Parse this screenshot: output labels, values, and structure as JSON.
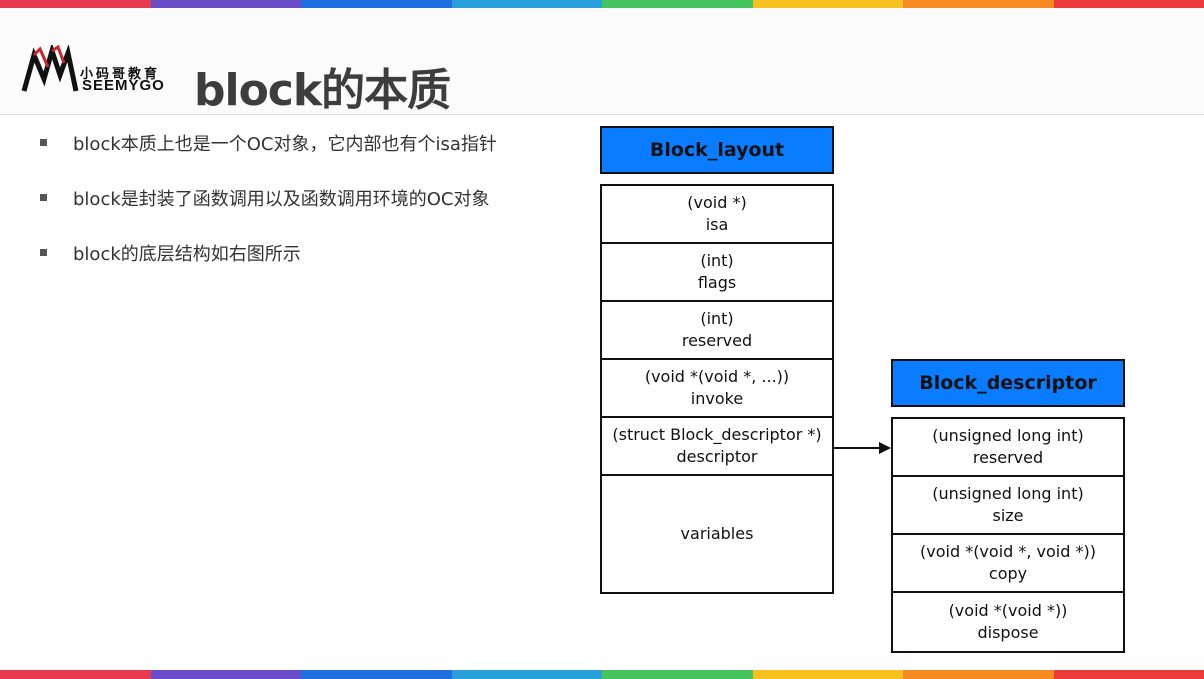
{
  "colors": {
    "stripes": [
      "#e83a4f",
      "#6a4bc8",
      "#1f6fe0",
      "#2aa0da",
      "#45c45e",
      "#f7c21f",
      "#f78b22",
      "#ea3b3b"
    ],
    "box_title_fill": "#0a7cff",
    "logo_red": "#c8262b"
  },
  "logo": {
    "cn": "小码哥教育",
    "en": "SEEMYGO"
  },
  "title": "block的本质",
  "bullets": [
    "block本质上也是一个OC对象，它内部也有个isa指针",
    "block是封装了函数调用以及函数调用环境的OC对象",
    "block的底层结构如右图所示"
  ],
  "block_layout": {
    "title": "Block_layout",
    "fields": [
      {
        "type": "(void *)",
        "name": "isa"
      },
      {
        "type": "(int)",
        "name": "flags"
      },
      {
        "type": "(int)",
        "name": "reserved"
      },
      {
        "type": "(void *(void *, ...))",
        "name": "invoke"
      },
      {
        "type": "(struct Block_descriptor *)",
        "name": "descriptor"
      },
      {
        "type": "",
        "name": "variables"
      }
    ]
  },
  "block_descriptor": {
    "title": "Block_descriptor",
    "fields": [
      {
        "type": "(unsigned long int)",
        "name": "reserved"
      },
      {
        "type": "(unsigned long int)",
        "name": "size"
      },
      {
        "type": "(void *(void *, void *))",
        "name": "copy"
      },
      {
        "type": "(void *(void *))",
        "name": "dispose"
      }
    ]
  }
}
